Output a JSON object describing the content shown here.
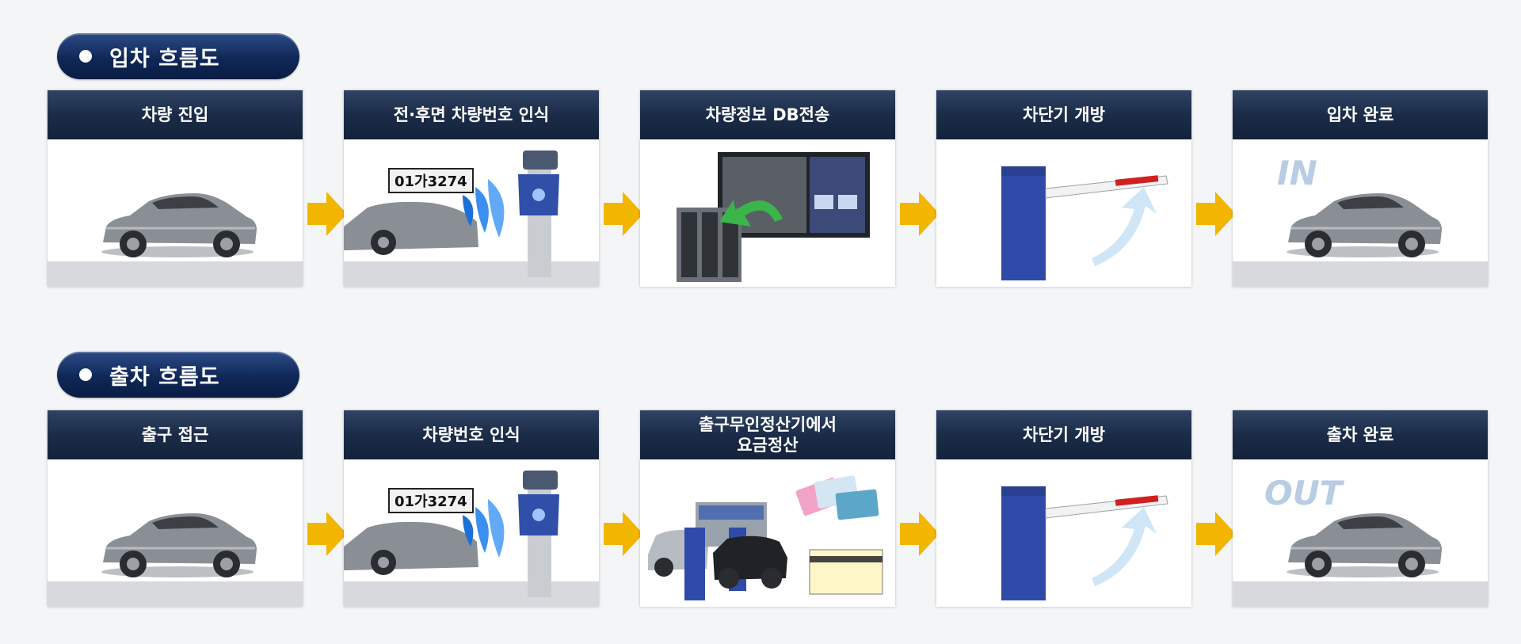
{
  "entry": {
    "title": "입차 흐름도",
    "steps": [
      {
        "label": "차량 진입"
      },
      {
        "label": "전·후면 차량번호 인식"
      },
      {
        "label": "차량정보 DB전송"
      },
      {
        "label": "차단기 개방"
      },
      {
        "label": "입차 완료"
      }
    ],
    "plate_text": "01가3274",
    "status_text": "IN"
  },
  "exit": {
    "title": "출차 흐름도",
    "steps": [
      {
        "label": "출구 접근"
      },
      {
        "label": "차량번호 인식"
      },
      {
        "label": "출구무인정산기에서\n요금정산"
      },
      {
        "label": "차단기 개방"
      },
      {
        "label": "출차 완료"
      }
    ],
    "plate_text": "01가3274",
    "status_text": "OUT"
  },
  "colors": {
    "pill_navy": "#0f2857",
    "header_navy": "#1b2c48",
    "arrow_yellow": "#f2b500",
    "status_text": "#b8cce4"
  },
  "icons": [
    "car-icon",
    "plate-recognition-icon",
    "server-db-icon",
    "barrier-gate-icon",
    "payment-kiosk-icon"
  ]
}
